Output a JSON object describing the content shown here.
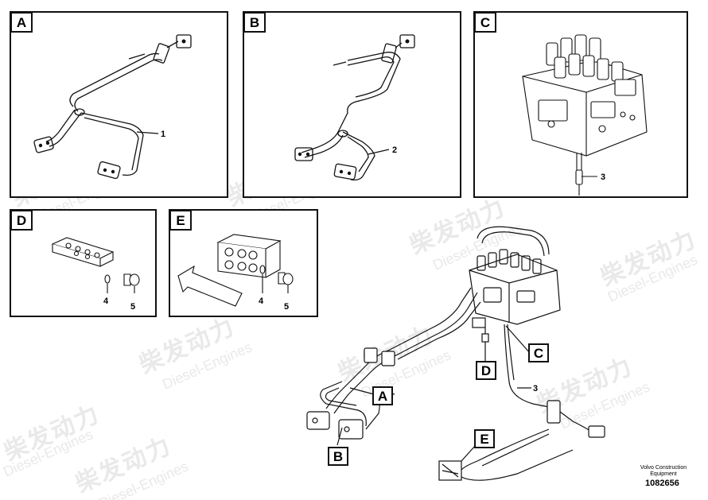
{
  "panels": {
    "A": {
      "label": "A",
      "callout": "1"
    },
    "B": {
      "label": "B",
      "callout": "2"
    },
    "C": {
      "label": "C",
      "callout": "3"
    },
    "D": {
      "label": "D",
      "callouts": [
        "4",
        "5"
      ]
    },
    "E": {
      "label": "E",
      "callouts": [
        "4",
        "5"
      ]
    }
  },
  "main": {
    "tags": [
      "A",
      "B",
      "C",
      "D",
      "E"
    ],
    "callout": "3"
  },
  "watermark": {
    "brand": "柴发动力",
    "sub": "Diesel-Engines"
  },
  "footer": {
    "company_line1": "Volvo Construction",
    "company_line2": "Equipment",
    "doc_number": "1082656"
  }
}
